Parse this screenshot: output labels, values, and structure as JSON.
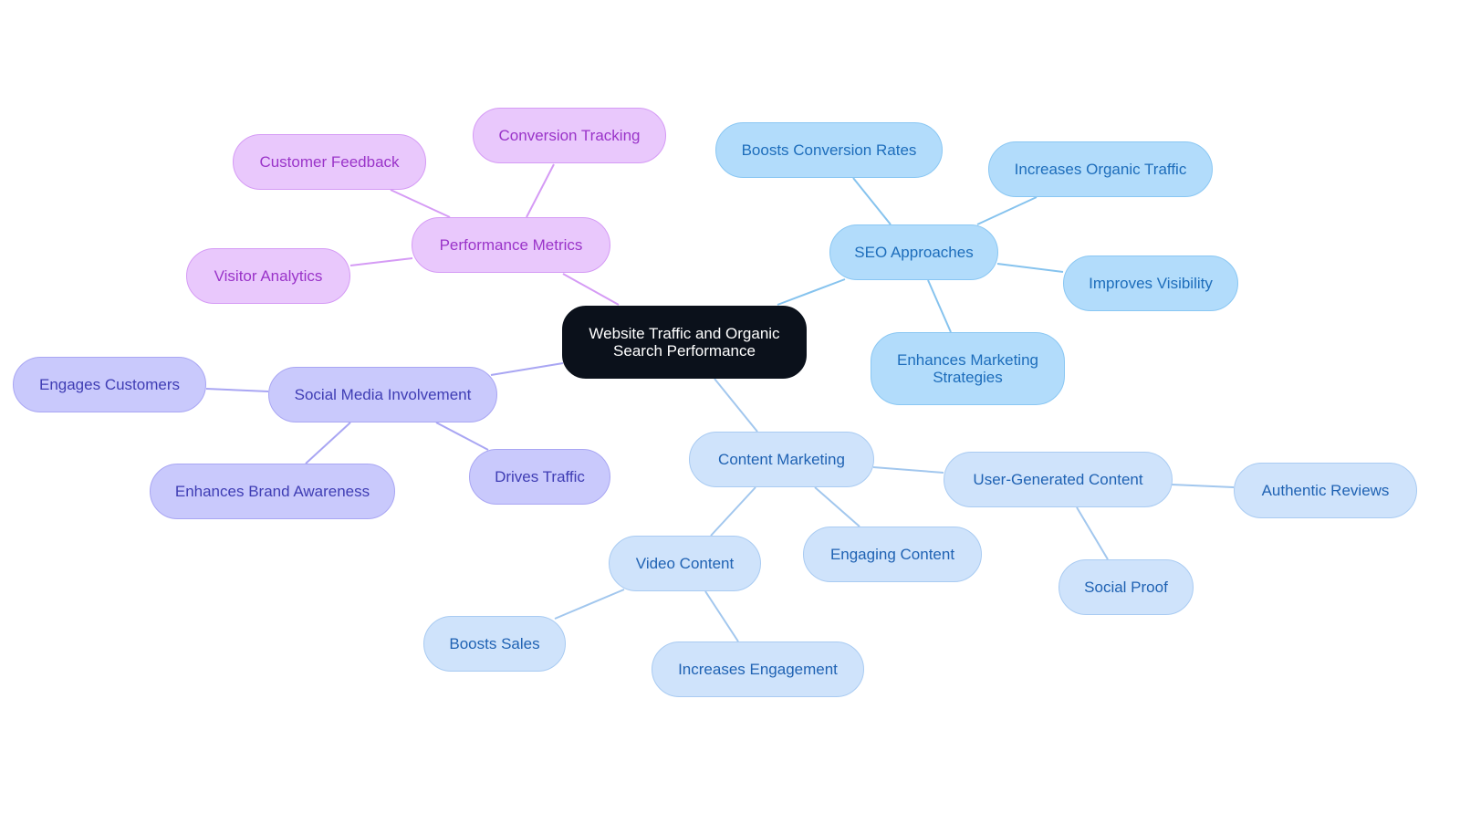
{
  "colors": {
    "root_bg": "#0b111b",
    "purple_edge": "#d59bf5",
    "indigo_edge": "#a9a6f3",
    "blue_edge": "#86c3ee",
    "lblue_edge": "#a2c7ee"
  },
  "root": {
    "line1": "Website Traffic and Organic",
    "line2": "Search Performance"
  },
  "branches": {
    "performance_metrics": {
      "label": "Performance Metrics",
      "children": [
        "Conversion Tracking",
        "Customer Feedback",
        "Visitor Analytics"
      ]
    },
    "social_media": {
      "label": "Social Media Involvement",
      "children": [
        "Engages Customers",
        "Enhances Brand Awareness",
        "Drives Traffic"
      ]
    },
    "seo": {
      "label": "SEO Approaches",
      "children": [
        "Boosts Conversion Rates",
        "Increases Organic Traffic",
        "Improves Visibility"
      ],
      "multiline_child": {
        "line1": "Enhances Marketing",
        "line2": "Strategies"
      }
    },
    "content_marketing": {
      "label": "Content Marketing",
      "user_generated": {
        "label": "User-Generated Content",
        "children": [
          "Authentic Reviews",
          "Social Proof"
        ]
      },
      "engaging": "Engaging Content",
      "video": {
        "label": "Video Content",
        "children": [
          "Boosts Sales",
          "Increases Engagement"
        ]
      }
    }
  }
}
